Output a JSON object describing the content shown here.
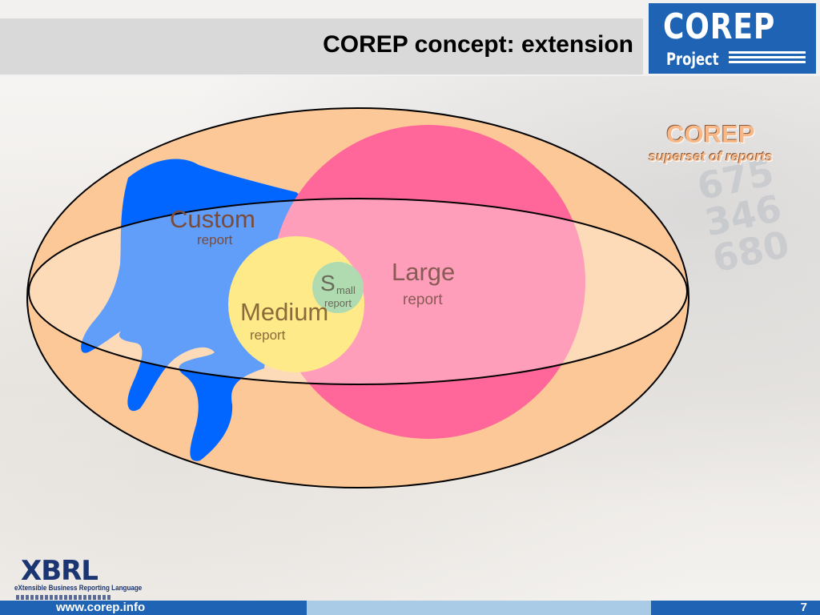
{
  "header": {
    "title": "COREP concept: extension"
  },
  "logo": {
    "name": "COREP",
    "sub": "Project",
    "color": "#1f63b5"
  },
  "diagram": {
    "sets": [
      {
        "name": "Custom",
        "sub": "report",
        "color": "#0066ff"
      },
      {
        "name": "Large",
        "sub": "report",
        "color": "#ff6699"
      },
      {
        "name": "Medium",
        "sub": "report",
        "color": "#ffe14d"
      },
      {
        "name_initial": "S",
        "name_rest": "mall",
        "sub": "report",
        "color": "#80c88c"
      }
    ],
    "outer_color": "#fcc898",
    "side_title": "COREP",
    "side_subtitle": "superset of reports"
  },
  "xbrl": {
    "word": "XBRL",
    "tagline": "eXtensible Business Reporting Language"
  },
  "footer": {
    "url": "www.corep.info",
    "page": "7"
  }
}
